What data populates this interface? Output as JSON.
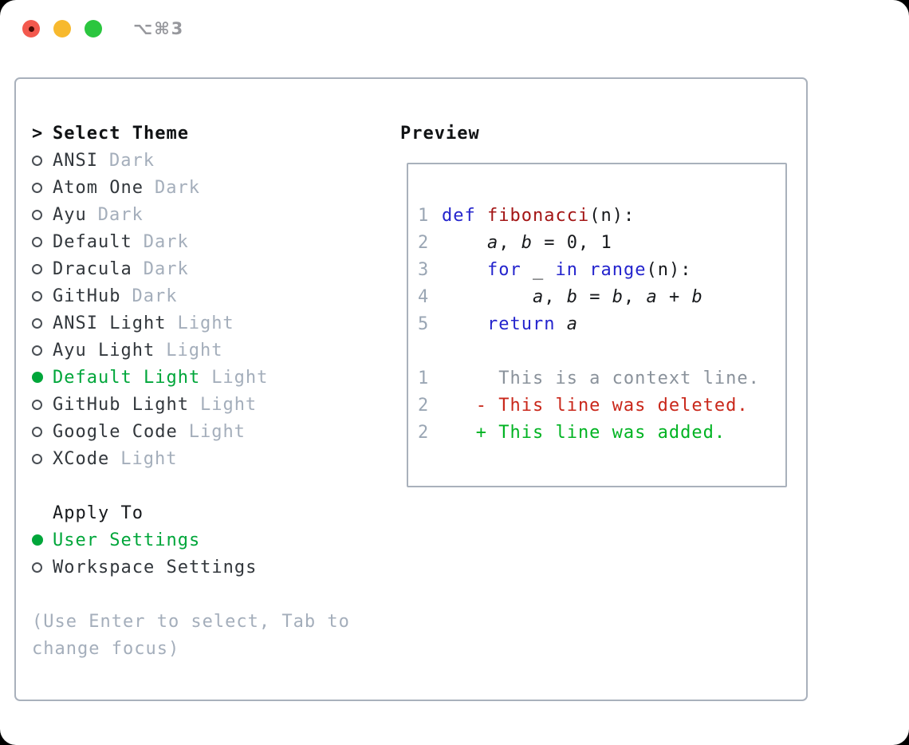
{
  "window": {
    "title_shortcut": "⌥⌘3"
  },
  "theme_picker": {
    "header_prefix": ">",
    "header": "Select Theme",
    "items": [
      {
        "name": "ANSI",
        "variant": "Dark",
        "selected": false
      },
      {
        "name": "Atom One",
        "variant": "Dark",
        "selected": false
      },
      {
        "name": "Ayu",
        "variant": "Dark",
        "selected": false
      },
      {
        "name": "Default",
        "variant": "Dark",
        "selected": false
      },
      {
        "name": "Dracula",
        "variant": "Dark",
        "selected": false
      },
      {
        "name": "GitHub",
        "variant": "Dark",
        "selected": false
      },
      {
        "name": "ANSI Light",
        "variant": "Light",
        "selected": false
      },
      {
        "name": "Ayu Light",
        "variant": "Light",
        "selected": false
      },
      {
        "name": "Default Light",
        "variant": "Light",
        "selected": true
      },
      {
        "name": "GitHub Light",
        "variant": "Light",
        "selected": false
      },
      {
        "name": "Google Code",
        "variant": "Light",
        "selected": false
      },
      {
        "name": "XCode",
        "variant": "Light",
        "selected": false
      }
    ],
    "apply_to": {
      "header": "Apply To",
      "options": [
        {
          "label": "User Settings",
          "selected": true
        },
        {
          "label": "Workspace Settings",
          "selected": false
        }
      ]
    },
    "hint_lines": [
      "(Use Enter to select, Tab to",
      "change focus)"
    ]
  },
  "preview": {
    "header": "Preview",
    "code_lines": [
      {
        "num": "1",
        "segments": [
          {
            "text": "def",
            "style": "keyword"
          },
          {
            "text": " ",
            "style": "plain"
          },
          {
            "text": "fibonacci",
            "style": "function"
          },
          {
            "text": "(n):",
            "style": "plain"
          }
        ]
      },
      {
        "num": "2",
        "segments": [
          {
            "text": "    ",
            "style": "plain"
          },
          {
            "text": "a",
            "style": "variable"
          },
          {
            "text": ", ",
            "style": "plain"
          },
          {
            "text": "b",
            "style": "variable"
          },
          {
            "text": " = 0, 1",
            "style": "plain"
          }
        ]
      },
      {
        "num": "3",
        "segments": [
          {
            "text": "    ",
            "style": "plain"
          },
          {
            "text": "for",
            "style": "keyword"
          },
          {
            "text": " _ ",
            "style": "plain"
          },
          {
            "text": "in",
            "style": "keyword"
          },
          {
            "text": " ",
            "style": "plain"
          },
          {
            "text": "range",
            "style": "keyword"
          },
          {
            "text": "(n):",
            "style": "plain"
          }
        ]
      },
      {
        "num": "4",
        "segments": [
          {
            "text": "        ",
            "style": "plain"
          },
          {
            "text": "a",
            "style": "variable"
          },
          {
            "text": ", ",
            "style": "plain"
          },
          {
            "text": "b",
            "style": "variable"
          },
          {
            "text": " = ",
            "style": "plain"
          },
          {
            "text": "b",
            "style": "variable"
          },
          {
            "text": ", ",
            "style": "plain"
          },
          {
            "text": "a",
            "style": "variable"
          },
          {
            "text": " + ",
            "style": "plain"
          },
          {
            "text": "b",
            "style": "variable"
          }
        ]
      },
      {
        "num": "5",
        "segments": [
          {
            "text": "    ",
            "style": "plain"
          },
          {
            "text": "return",
            "style": "keyword"
          },
          {
            "text": " ",
            "style": "plain"
          },
          {
            "text": "a",
            "style": "variable"
          }
        ]
      }
    ],
    "diff_lines": [
      {
        "num": "1",
        "content": "     This is a context line.",
        "type": "context"
      },
      {
        "num": "2",
        "content": "   - This line was deleted.",
        "type": "deleted"
      },
      {
        "num": "2",
        "content": "   + This line was added.",
        "type": "added"
      }
    ]
  },
  "colors": {
    "accent_green": "#00a63a",
    "added_green": "#00b322",
    "deleted_red": "#c9271a",
    "keyword_blue": "#2424cd",
    "function_maroon": "#a31515",
    "line_number_gray": "#9aa6b4",
    "context_gray": "#8a929b",
    "muted_gray": "#a4aebb",
    "text_dark": "#32373c",
    "heading_black": "#101214",
    "border_gray": "#a9b1bc",
    "close_red": "#f3594e",
    "close_dot": "#4a0b05",
    "minimize_yellow": "#f7b92e",
    "zoom_green": "#2bc63f",
    "title_gray": "#97989d",
    "backdrop": "#000000"
  }
}
